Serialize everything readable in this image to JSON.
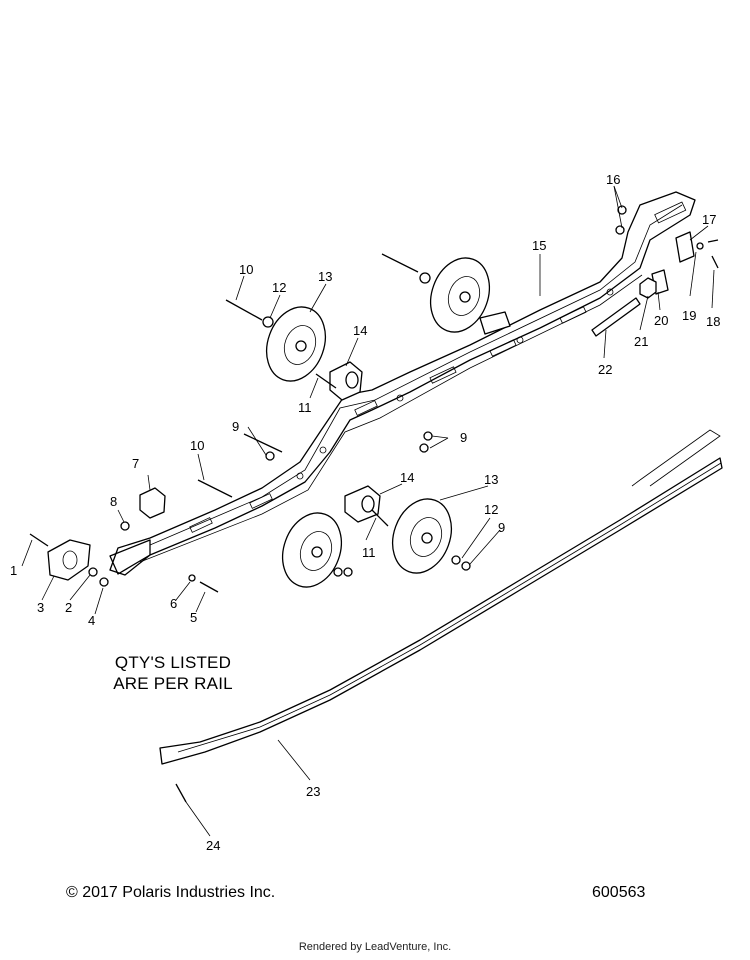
{
  "note": {
    "line1": "QTY'S LISTED",
    "line2": "ARE PER RAIL"
  },
  "footer": {
    "copyright": "© 2017 Polaris Industries Inc.",
    "doc_number": "600563",
    "rendered_by": "Rendered by LeadVenture, Inc."
  },
  "callouts": [
    "1",
    "2",
    "3",
    "4",
    "5",
    "6",
    "7",
    "8",
    "9",
    "9",
    "9",
    "10",
    "10",
    "11",
    "11",
    "12",
    "12",
    "13",
    "13",
    "14",
    "14",
    "15",
    "16",
    "17",
    "18",
    "19",
    "20",
    "21",
    "22",
    "23",
    "24"
  ]
}
